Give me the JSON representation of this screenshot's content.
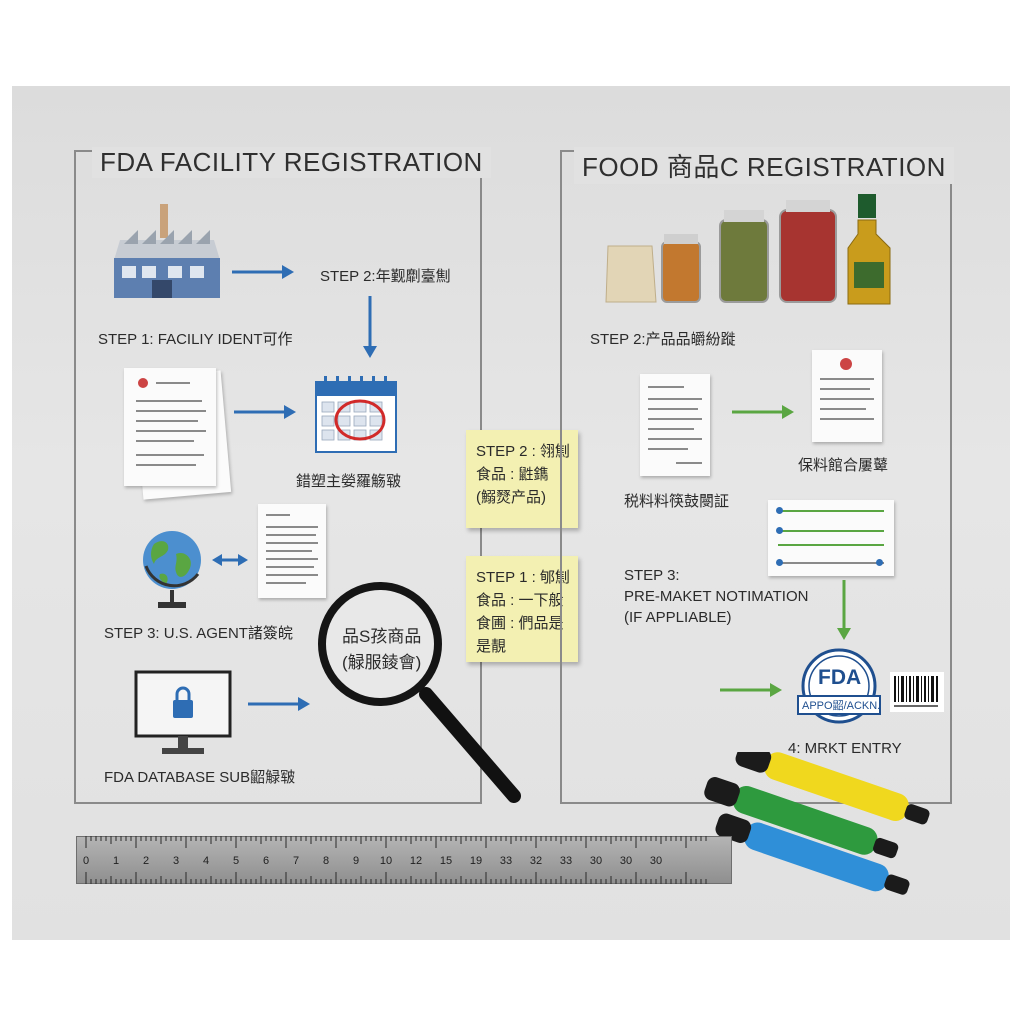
{
  "colors": {
    "arrow_blue": "#2e6db4",
    "arrow_green": "#5aa642",
    "sticky": "#f3f0b2",
    "fda_blue": "#1f4f8f"
  },
  "left_panel": {
    "title": "FDA FACILITY REGISTRATION",
    "step1": "STEP 1: FACILIY IDENT可作",
    "step2": "STEP 2:年觐劘臺劁",
    "calendar_caption": "錯塑主嫈羅觞皲",
    "step3": "STEP 3: U.S. AGENT諸簽皖",
    "magnifier_line1": "品S孩商品",
    "magnifier_line2": "(觮服錂會)",
    "database": "FDA DATABASE SUB鼦觮皲"
  },
  "sticky_notes": [
    {
      "lines": [
        "STEP 2 : 翎劁",
        "食品 : 鼪鐫",
        "(鰯燹产品)"
      ]
    },
    {
      "lines": [
        "STEP 1 : 郇劁",
        "食品 : 一下般",
        "食圃 : 們品是",
        "是靚"
      ]
    }
  ],
  "right_panel": {
    "title": "FOOD 商品C REGISTRATION",
    "step2": "STEP 2:产品品皭紛蹝",
    "doc_caption": "税料料筷鼓閿証",
    "doc2_caption": "保料館合屢鼙",
    "step3_line1": "STEP 3:",
    "step3_line2": "PRE-MAKET NOTIMATION",
    "step3_line3": "(IF APPLIABLE)",
    "fda_logo": "FDA",
    "fda_ribbon": "APPO鼦/ACKN.",
    "market_entry": "4: MRKT ENTRY"
  },
  "ruler": {
    "numbers": [
      "0",
      "1",
      "2",
      "3",
      "4",
      "5",
      "6",
      "7",
      "8",
      "9",
      "10",
      "12",
      "15",
      "19",
      "33",
      "32",
      "33",
      "30",
      "30",
      "30"
    ]
  },
  "icons": [
    "factory-icon",
    "document-stack-icon",
    "calendar-icon",
    "globe-icon",
    "document-icon",
    "magnifier-icon",
    "computer-lock-icon",
    "food-jars-icon",
    "fda-seal-icon",
    "barcode-icon",
    "markers-icon",
    "ruler-icon"
  ]
}
